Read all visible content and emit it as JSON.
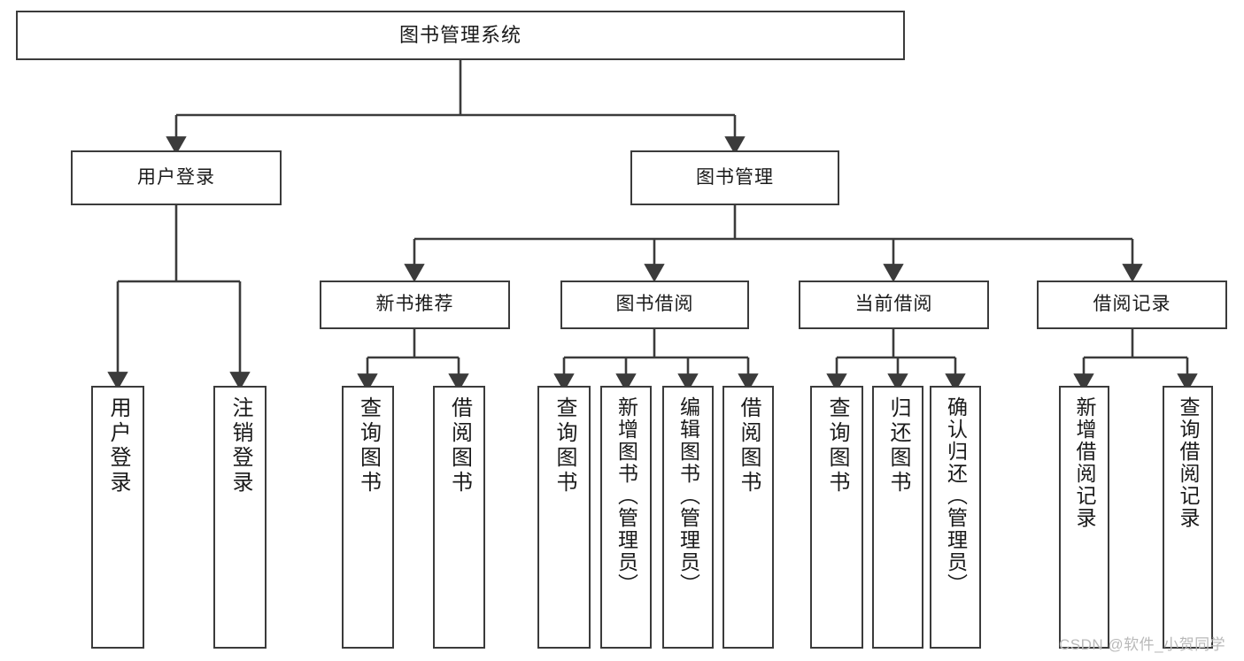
{
  "diagram": {
    "title": "图书管理系统",
    "type": "hierarchy-tree",
    "levels": 4,
    "colors": {
      "box_border": "#3b3b3b",
      "box_fill": "#ffffff",
      "connector": "#3b3b3b",
      "text": "#1a1a1a",
      "watermark": "#b9b9b9",
      "background": "#ffffff"
    },
    "nodes": {
      "root": {
        "label": "图书管理系统"
      },
      "level2": [
        {
          "id": "user-login",
          "label": "用户登录"
        },
        {
          "id": "book-management",
          "label": "图书管理"
        }
      ],
      "level3": [
        {
          "id": "new-book-recommend",
          "label": "新书推荐"
        },
        {
          "id": "book-borrow",
          "label": "图书借阅"
        },
        {
          "id": "current-borrow",
          "label": "当前借阅"
        },
        {
          "id": "borrow-record",
          "label": "借阅记录"
        }
      ],
      "leaves": {
        "user_login": [
          {
            "id": "leaf-user-login",
            "label": "用户登录"
          },
          {
            "id": "leaf-logout-login",
            "label": "注销登录"
          }
        ],
        "new_book_recommend": [
          {
            "id": "leaf-query-book-1",
            "label": "查询图书"
          },
          {
            "id": "leaf-borrow-book-1",
            "label": "借阅图书"
          }
        ],
        "book_borrow": [
          {
            "id": "leaf-query-book-2",
            "label": "查询图书"
          },
          {
            "id": "leaf-add-book",
            "label": "新增图书（管理员）"
          },
          {
            "id": "leaf-edit-book",
            "label": "编辑图书（管理员）"
          },
          {
            "id": "leaf-borrow-book-2",
            "label": "借阅图书"
          }
        ],
        "current_borrow": [
          {
            "id": "leaf-query-book-3",
            "label": "查询图书"
          },
          {
            "id": "leaf-return-book",
            "label": "归还图书"
          },
          {
            "id": "leaf-confirm-return",
            "label": "确认归还（管理员）"
          }
        ],
        "borrow_record": [
          {
            "id": "leaf-add-record",
            "label": "新增借阅记录"
          },
          {
            "id": "leaf-query-record",
            "label": "查询借阅记录"
          }
        ]
      }
    }
  },
  "watermark": {
    "text": "CSDN @软件_小贺同学"
  }
}
